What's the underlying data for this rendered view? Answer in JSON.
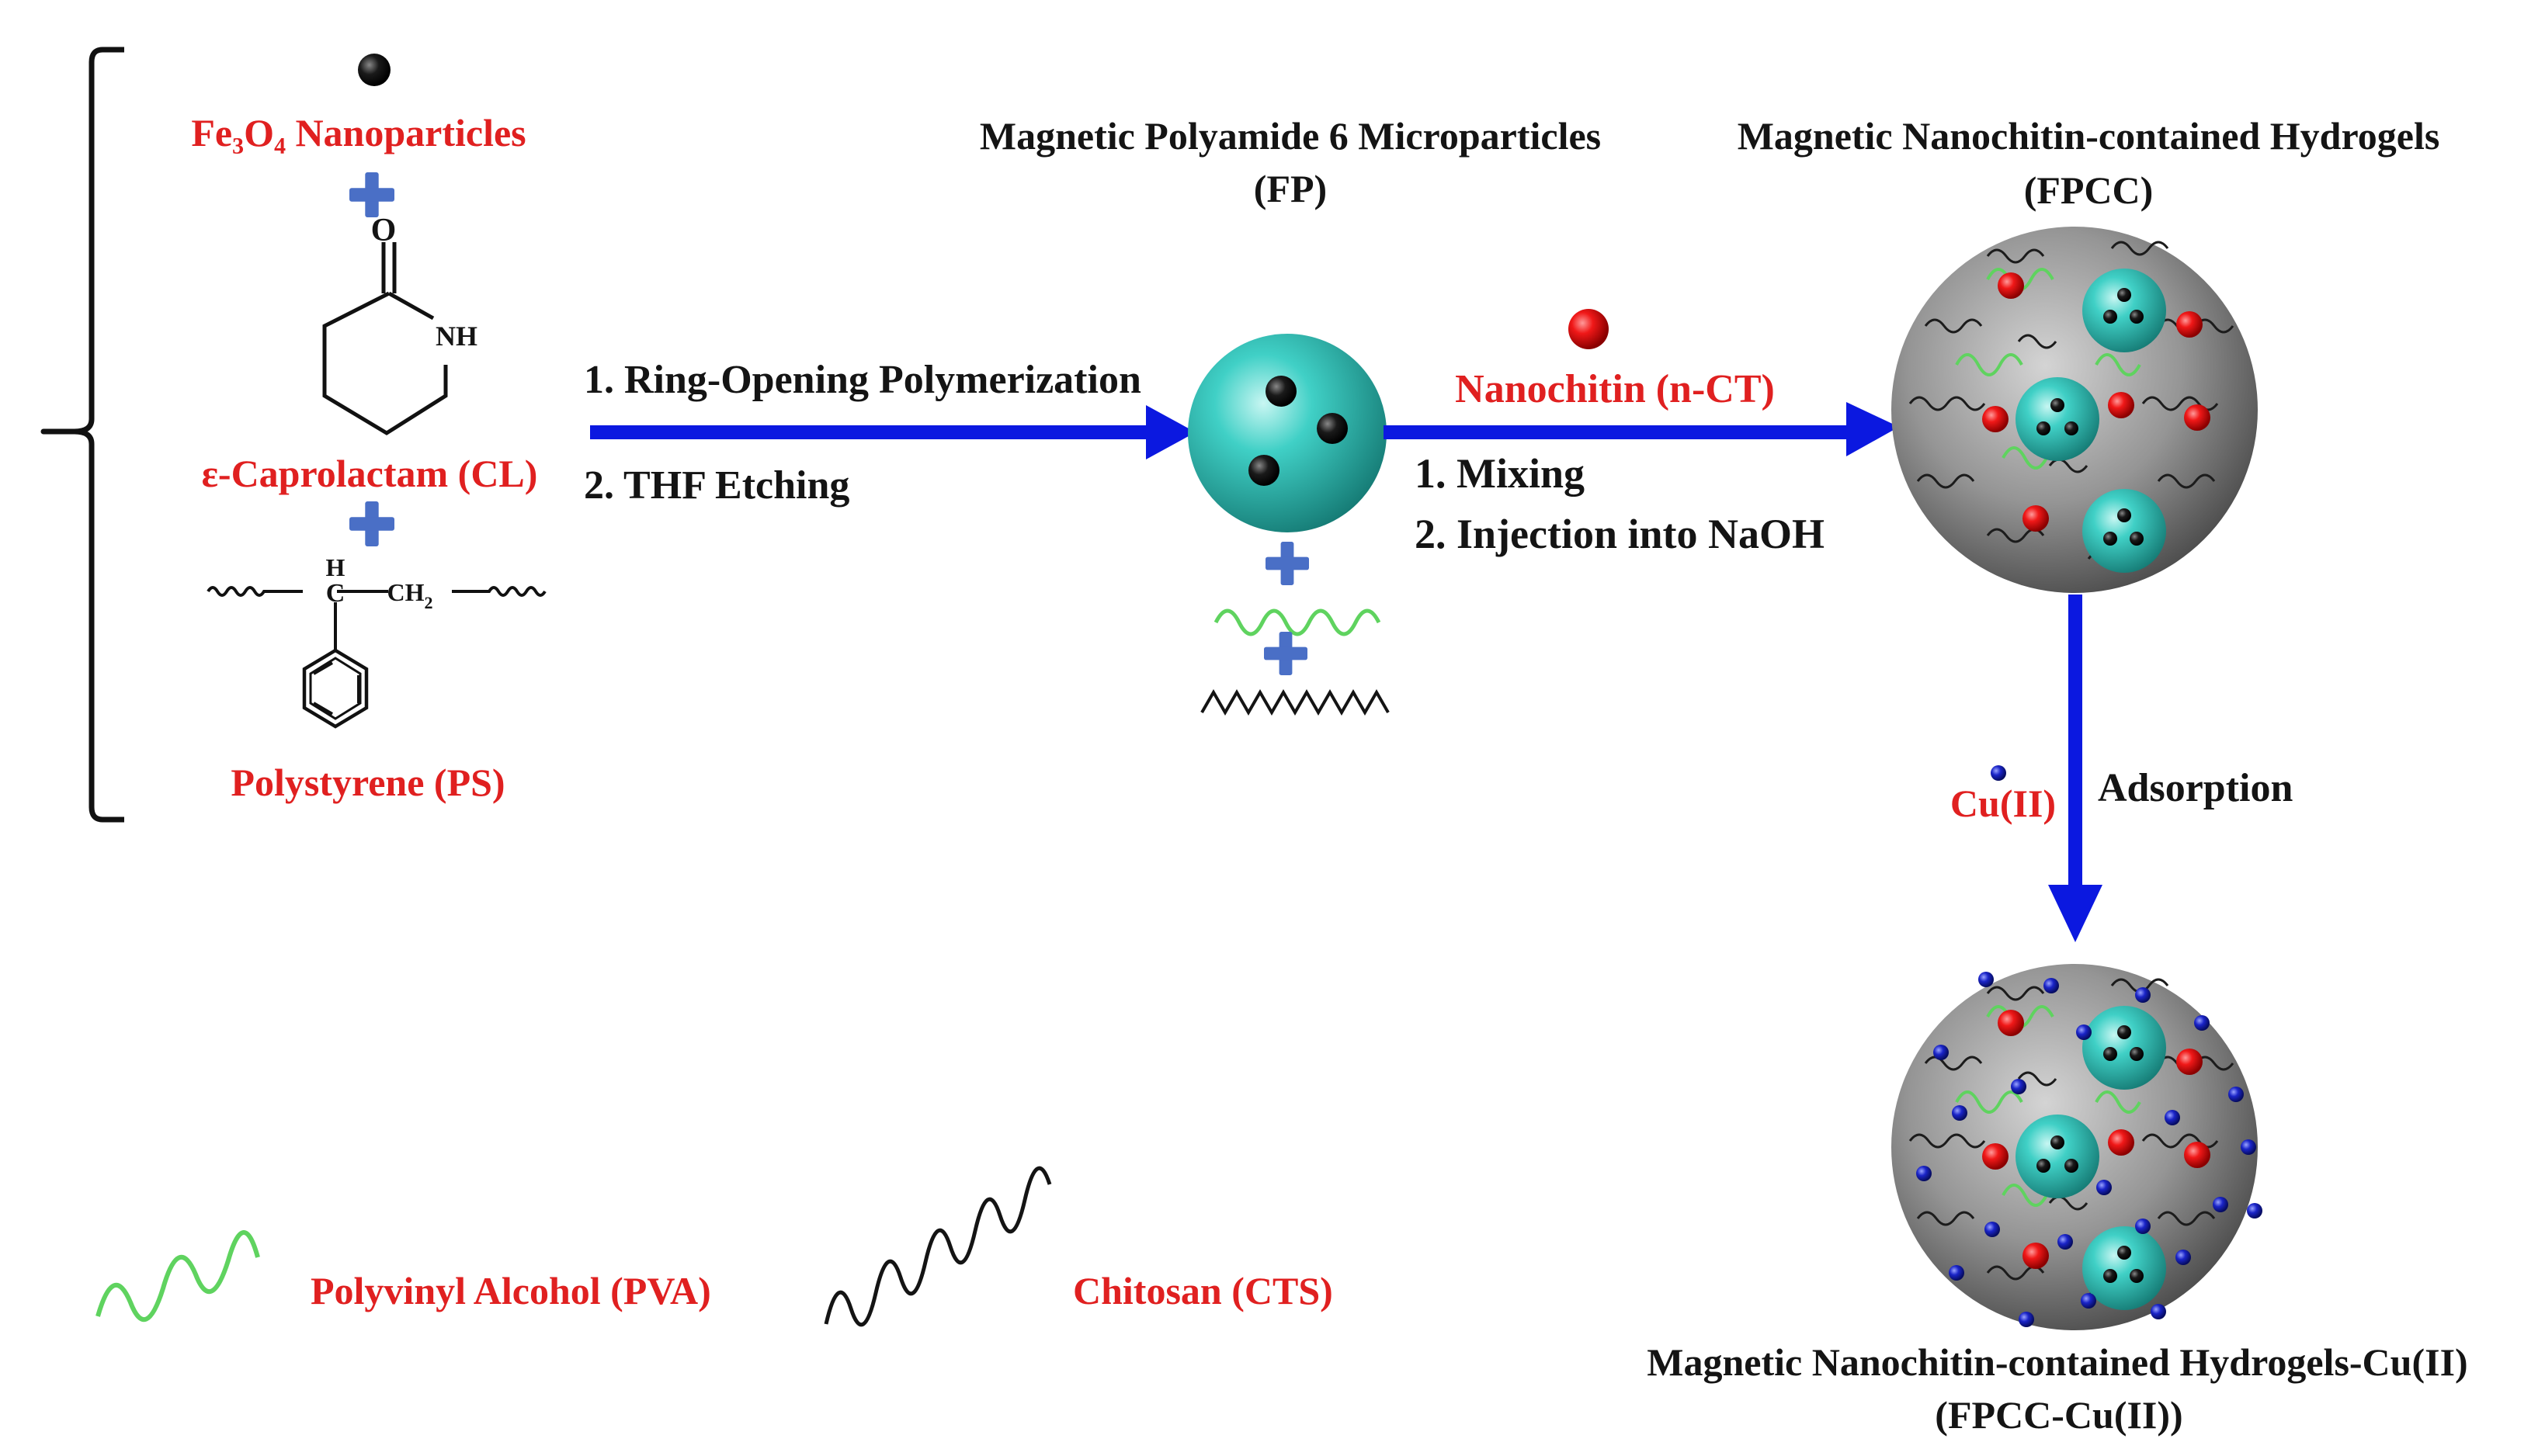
{
  "reactants": {
    "fe3o4": "Fe₃O₄ Nanoparticles",
    "caprolactam": "ε-Caprolactam (CL)",
    "polystyrene": "Polystyrene (PS)"
  },
  "structures": {
    "caprolactam_O": "O",
    "caprolactam_NH": "NH",
    "polystyrene_H": "H",
    "polystyrene_C": "C",
    "polystyrene_CH2": "CH",
    "polystyrene_CH2_sub": "2"
  },
  "step1": {
    "line1": "1. Ring-Opening Polymerization",
    "line2": "2. THF Etching"
  },
  "fp": {
    "title": "Magnetic Polyamide 6 Microparticles",
    "abbr": "(FP)"
  },
  "nanochitin": "Nanochitin (n-CT)",
  "step2": {
    "line1": "1. Mixing",
    "line2": "2. Injection into NaOH"
  },
  "fpcc": {
    "title": "Magnetic Nanochitin-contained Hydrogels",
    "abbr": "(FPCC)"
  },
  "adsorption": {
    "ion": "Cu(II)",
    "label": "Adsorption"
  },
  "fpcc_cu": {
    "title": "Magnetic Nanochitin-contained Hydrogels-Cu(II)",
    "abbr": "(FPCC-Cu(II))"
  },
  "legend": {
    "pva": "Polyvinyl Alcohol (PVA)",
    "cts": "Chitosan (CTS)"
  },
  "colors": {
    "label_red": "#e02020",
    "arrow_blue": "#0b18e0",
    "plus_blue": "#4a6fc6",
    "fp_teal": "#3fc8c0",
    "hydrogel_gray": "#8a8a8a",
    "pva_green": "#5fd35f",
    "cu_blue": "#1a24c8"
  }
}
